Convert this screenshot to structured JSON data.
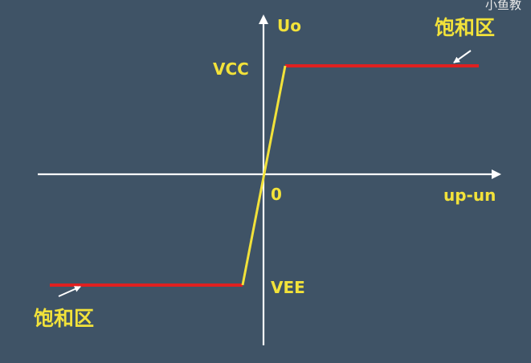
{
  "watermark": "小鱼教",
  "axes": {
    "y_label": "Uo",
    "x_label": "up-un",
    "origin_label": "0"
  },
  "levels": {
    "vcc": "VCC",
    "vee": "VEE"
  },
  "regions": {
    "saturation_upper": "饱和区",
    "saturation_lower": "饱和区"
  },
  "colors": {
    "background": "#3f5366",
    "axis": "#ffffff",
    "saturation_line": "#e02020",
    "transition_line": "#f2e23a",
    "label_text": "#f2e23a"
  }
}
